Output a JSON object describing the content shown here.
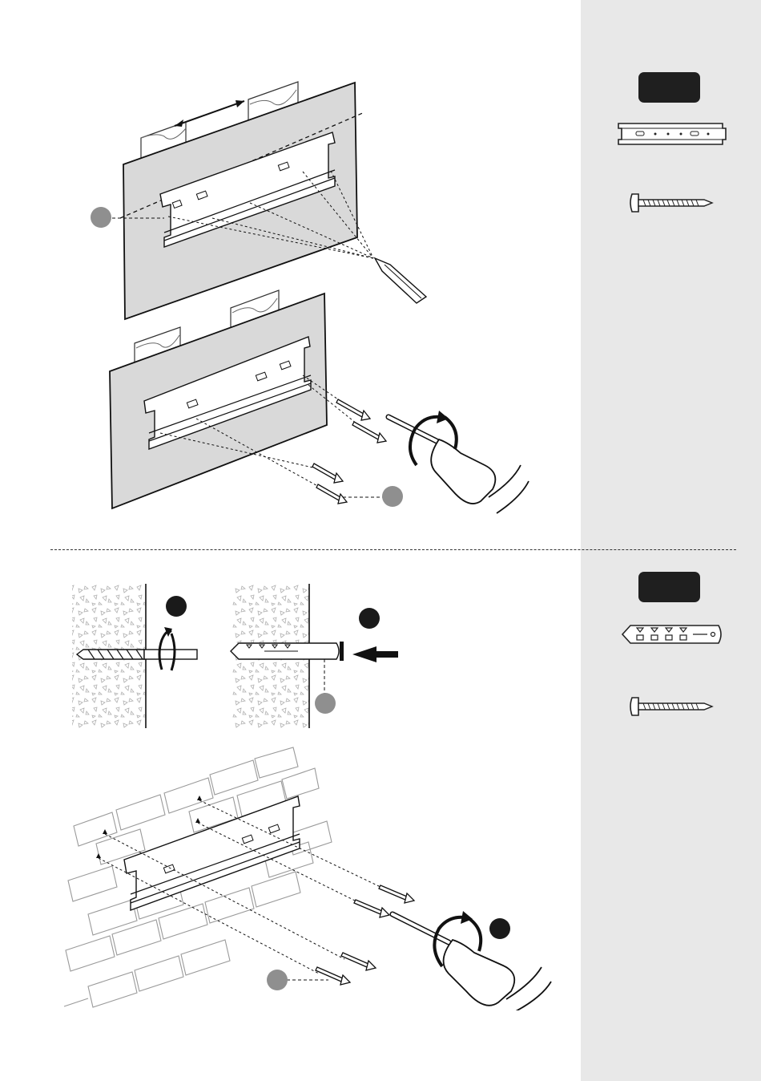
{
  "colors": {
    "sidebar": "#e8e8e8",
    "badge": "#1f1f1f",
    "callout_grey": "#8f8f8f",
    "callout_dark": "#1a1a1a",
    "wall": "#d9d9d9"
  },
  "sidebar": {
    "sections": [
      {
        "badge_label": "",
        "parts": [
          {
            "icon": "mounting-rail-icon"
          },
          {
            "icon": "wood-screw-icon"
          }
        ]
      },
      {
        "badge_label": "",
        "parts": [
          {
            "icon": "wall-plug-icon"
          },
          {
            "icon": "wood-screw-icon"
          }
        ]
      }
    ]
  },
  "steps": {
    "top": [
      {
        "figure": "mark-holes-on-stud-wall",
        "callout": ""
      },
      {
        "figure": "screw-bracket-to-stud-wall",
        "callout": ""
      }
    ],
    "bottom": [
      {
        "figure": "drill-hole",
        "callout": ""
      },
      {
        "figure": "insert-wall-plug",
        "callout": "",
        "callout_part": ""
      },
      {
        "figure": "screw-bracket-to-brick-wall",
        "callout": "",
        "callout_tool": ""
      }
    ]
  }
}
